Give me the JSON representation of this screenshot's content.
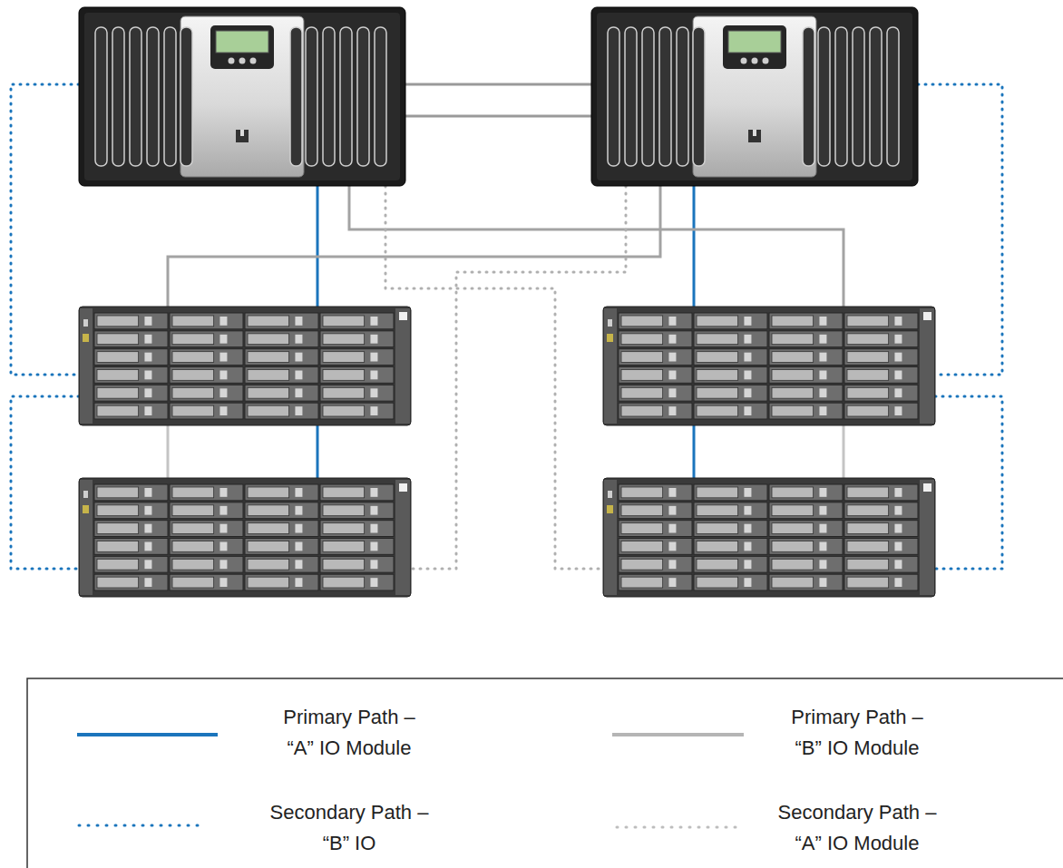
{
  "diagram": {
    "legend": [
      {
        "text": "Primary Path – “A” IO Module"
      },
      {
        "text": "Primary Path – “B” IO Module"
      },
      {
        "text": "Secondary Path – “B” IO"
      },
      {
        "text": "Secondary Path – “A” IO Module"
      }
    ]
  }
}
